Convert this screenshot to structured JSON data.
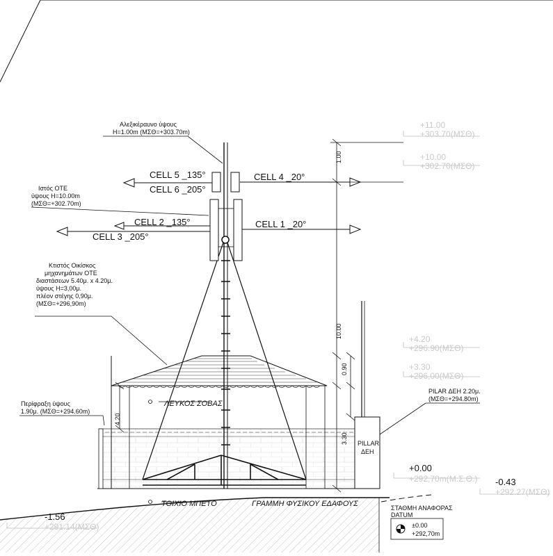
{
  "annotations": {
    "lightning": [
      "Αλεξικέραυνο ύψους",
      "H=1.00m (ΜΣΘ=+303.70m)"
    ],
    "mast": [
      "Ιστός ΟΤΕ",
      "ύψους H=10.00m",
      "(ΜΣΘ=+302.70m)"
    ],
    "kiosk": [
      "Κτιστός Οικίσκος",
      "μηχανημάτων ΟΤΕ",
      "διαστάσεων 5.40μ. x 4.20μ.",
      "ύψους Η=3,00μ.",
      "πλέον στέγης 0,90μ.",
      "(ΜΣΘ=+296,90m)"
    ],
    "fence": [
      "Περίφραξη ύψους",
      "1.90μ. (ΜΣΘ=+294.60m)"
    ],
    "pillar_note": [
      "PILAR ΔΕΗ 2.20μ.",
      "(ΜΣΘ=+294.80m)"
    ],
    "pillar_box": [
      "PILLAR",
      "ΔΕΗ"
    ],
    "render": "ΛΕΥΚΟΣ ΣΟΒΑΣ",
    "concrete_wall": "ΤΟΙΧΙΟ ΜΠΕΤΟ",
    "ground_line": "ΓΡΑΜΜΗ ΦΥΣΙΚΟΥ ΕΔΑΦΟΥΣ",
    "datum_title": [
      "ΣΤΑΘΜΗ ΑΝΑΦΟΡΑΣ",
      "DATUM"
    ],
    "datum_values": [
      "±0.00",
      "+292,70m"
    ]
  },
  "cells": {
    "cell1": "CELL  1 _20°",
    "cell2": "CELL  2 _135°",
    "cell3": "CELL  3 _205°",
    "cell4": "CELL  4 _20°",
    "cell5": "CELL  5 _135°",
    "cell6": "CELL  6 _205°"
  },
  "dimensions": {
    "d100": "1.00",
    "d1000": "10.00",
    "d090": "0.90",
    "d420": "4.20",
    "d330": "3.30"
  },
  "levels": [
    {
      "top": "+11.00",
      "bottom": "+303.70(ΜΣΘ)"
    },
    {
      "top": "+10.00",
      "bottom": "+302.70(ΜΣΘ)"
    },
    {
      "top": "+4.20",
      "bottom": "+296.90(ΜΣΘ)"
    },
    {
      "top": "+3.30",
      "bottom": "+296,00(ΜΣΘ)"
    },
    {
      "top": "+0.00",
      "bottom": "+292,70m(Μ.Σ.Θ.)"
    },
    {
      "top": "-0.43",
      "bottom": "+292.27(ΜΣΘ)"
    },
    {
      "top": "-1.56",
      "bottom": "+291.14(ΜΣΘ)"
    }
  ]
}
